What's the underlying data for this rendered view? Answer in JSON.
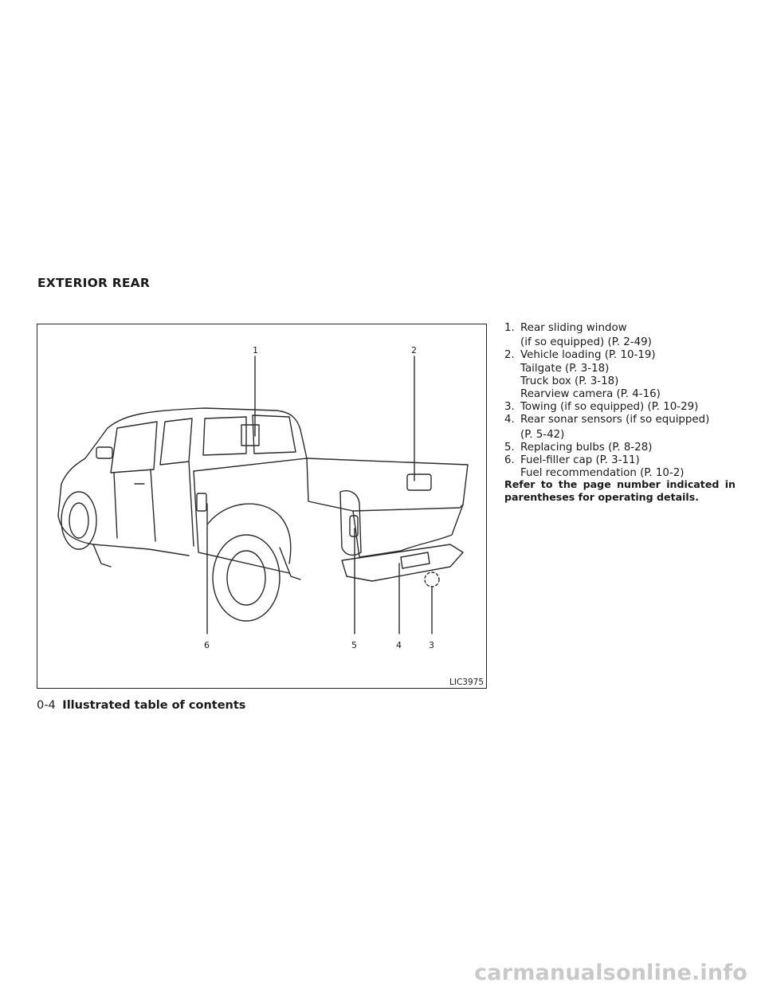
{
  "section": {
    "title": "EXTERIOR REAR"
  },
  "figure": {
    "code": "LIC3975",
    "labels": [
      "1",
      "2",
      "6",
      "5",
      "4",
      "3"
    ]
  },
  "callouts": [
    {
      "num": "1.",
      "lines": [
        "Rear sliding window",
        "(if so equipped) (P. 2-49)"
      ]
    },
    {
      "num": "2.",
      "lines": [
        "Vehicle loading (P. 10-19)",
        "Tailgate (P. 3-18)",
        "Truck box (P. 3-18)",
        "Rearview camera (P. 4-16)"
      ]
    },
    {
      "num": "3.",
      "lines": [
        "Towing (if so equipped) (P. 10-29)"
      ]
    },
    {
      "num": "4.",
      "lines": [
        "Rear sonar sensors (if so equipped)",
        "(P. 5-42)"
      ]
    },
    {
      "num": "5.",
      "lines": [
        "Replacing bulbs (P. 8-28)"
      ]
    },
    {
      "num": "6.",
      "lines": [
        "Fuel-filler cap (P. 3-11)",
        "Fuel recommendation (P. 10-2)"
      ]
    }
  ],
  "note": "Refer to the page number indicated in parentheses for operating details.",
  "footer": {
    "page_number": "0-4",
    "chapter": "Illustrated table of contents"
  },
  "watermark": "carmanualsonline.info"
}
